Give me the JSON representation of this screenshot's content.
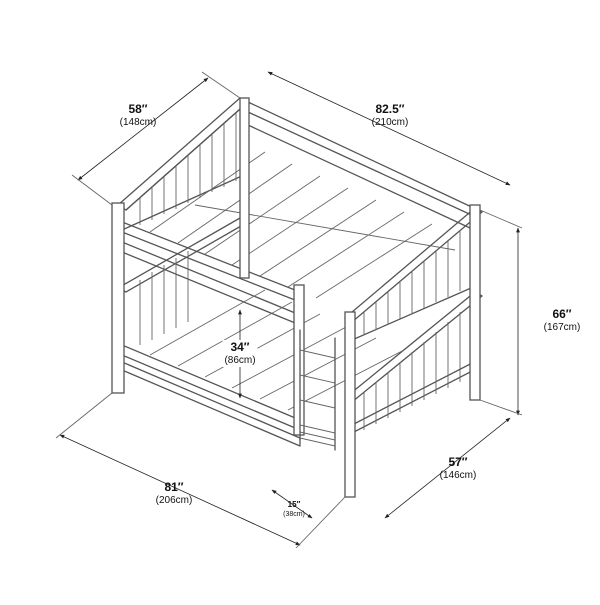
{
  "dimensions": {
    "top_width": {
      "value": "58″",
      "metric": "(148cm)"
    },
    "top_length": {
      "value": "82.5″",
      "metric": "(210cm)"
    },
    "height": {
      "value": "66″",
      "metric": "(167cm)"
    },
    "bottom_length": {
      "value": "81″",
      "metric": "(206cm)"
    },
    "bottom_width": {
      "value": "57″",
      "metric": "(146cm)"
    },
    "clearance": {
      "value": "34″",
      "metric": "(86cm)"
    },
    "ladder_depth": {
      "value": "15″",
      "metric": "(38cm)"
    }
  },
  "colors": {
    "line": "#555555",
    "dimension": "#222222"
  }
}
